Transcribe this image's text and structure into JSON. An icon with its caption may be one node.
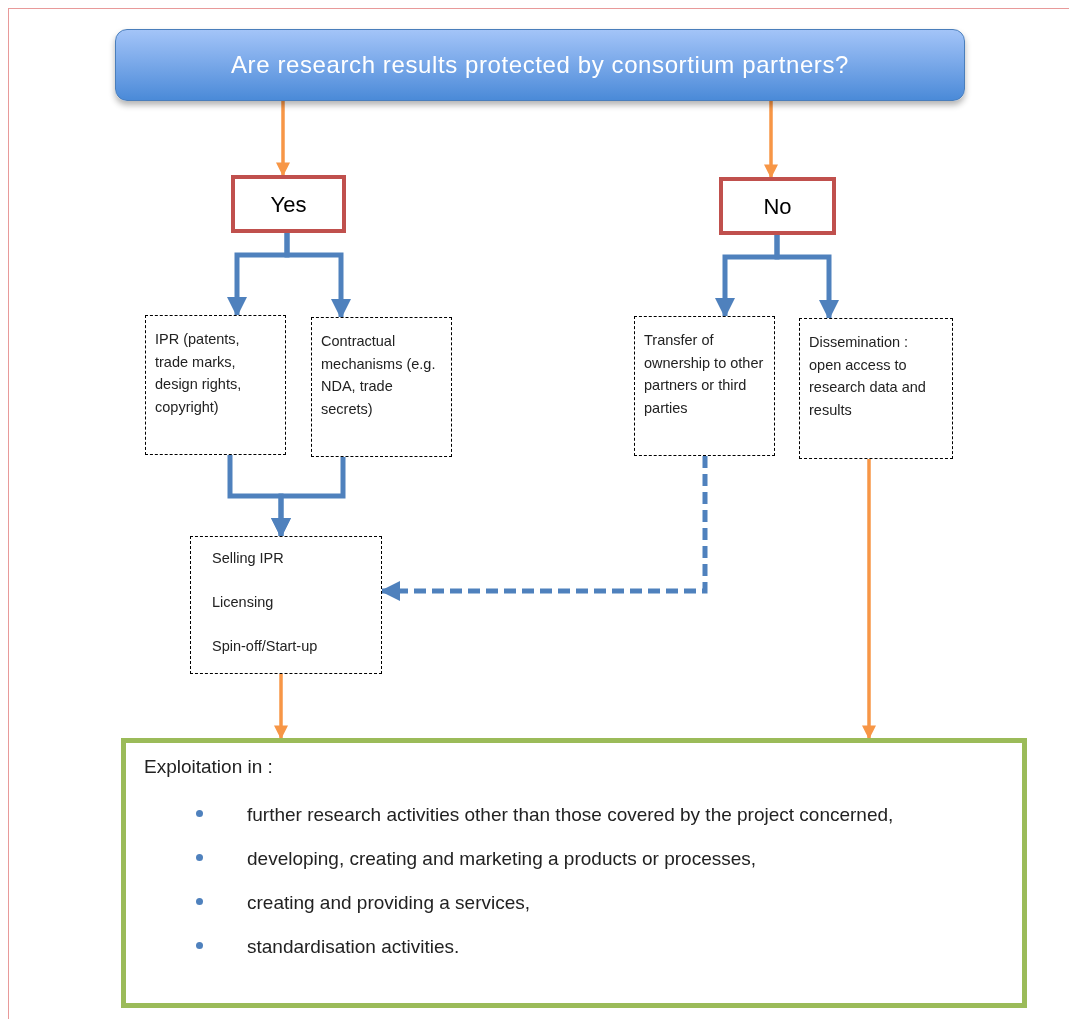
{
  "diagram": {
    "nodes": [
      {
        "text": [
          "Are research results protected by consortium partners?"
        ]
      },
      {
        "text": [
          "Yes"
        ]
      },
      {
        "text": [
          "No"
        ]
      },
      {
        "text": [
          "IPR (patents, trade marks, design rights, copyright)"
        ]
      },
      {
        "text": [
          "Contractual mechanisms (e.g. NDA, trade secrets)"
        ]
      },
      {
        "text": [
          "Transfer of ownership to other partners or third parties"
        ]
      },
      {
        "text": [
          "Dissemination : open access to research data and results"
        ]
      },
      {
        "text": [
          "Selling IPR",
          "Licensing",
          "Spin-off/Start-up"
        ]
      },
      {
        "text": [
          "Exploitation in :",
          "further research activities other than those covered by the project concerned,",
          "developing, creating and marketing a products or processes,",
          "creating and providing a services,",
          "standardisation activities."
        ]
      }
    ],
    "edges": [
      {
        "from": 0,
        "to": 1,
        "arrow": "to",
        "color": "#f79646"
      },
      {
        "from": 0,
        "to": 2,
        "arrow": "to",
        "color": "#f79646"
      },
      {
        "from": 1,
        "to": 3,
        "arrow": "to"
      },
      {
        "from": 1,
        "to": 4,
        "arrow": "to"
      },
      {
        "from": 2,
        "to": 5,
        "arrow": "to"
      },
      {
        "from": 2,
        "to": 6,
        "arrow": "to"
      },
      {
        "from": 3,
        "to": 7,
        "arrow": "to"
      },
      {
        "from": 4,
        "to": 7,
        "arrow": "to"
      },
      {
        "from": 5,
        "to": 7,
        "arrow": "to",
        "style": "dashed"
      },
      {
        "from": 6,
        "to": 8,
        "arrow": "to",
        "color": "#f79646"
      },
      {
        "from": 7,
        "to": 8,
        "arrow": "to",
        "color": "#f79646"
      }
    ]
  }
}
